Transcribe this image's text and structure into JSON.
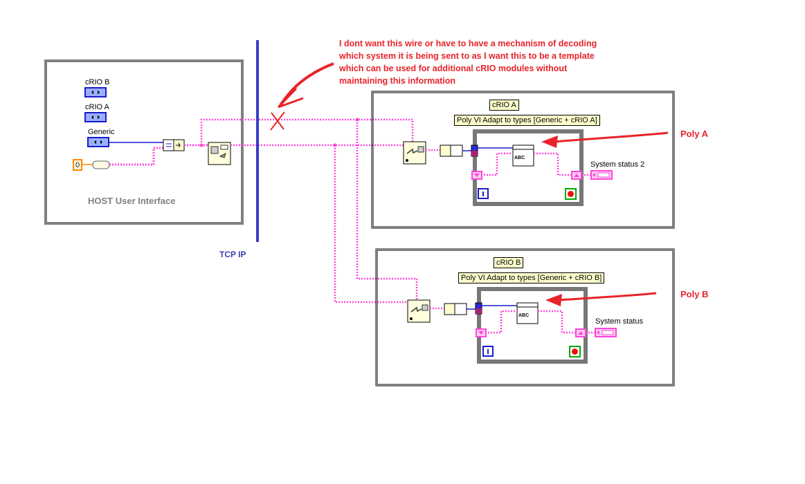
{
  "annotation": "I dont want this wire or have to have a mechanism of decoding which system it is being sent to as I want this to be a template which can be used for additional cRIO modules without maintaining this information",
  "host": {
    "title": "HOST User Interface",
    "controls": [
      "cRIO B",
      "cRIO A",
      "Generic"
    ],
    "constant": "0"
  },
  "tcp_label": "TCP IP",
  "crio_a": {
    "name": "cRIO A",
    "poly_label": "Poly VI Adapt to types [Generic + cRIO A]",
    "indicator": "System status 2",
    "callout": "Poly A"
  },
  "crio_b": {
    "name": "cRIO B",
    "poly_label": "Poly VI Adapt to types [Generic + cRIO B]",
    "indicator": "System status",
    "callout": "Poly B"
  },
  "colors": {
    "wire_pink": "#ff44dd",
    "wire_blue": "#1a1acc",
    "tcp_bar": "#3b3bcc",
    "annotation_red": "#e8232a",
    "frame_gray": "#808080"
  }
}
